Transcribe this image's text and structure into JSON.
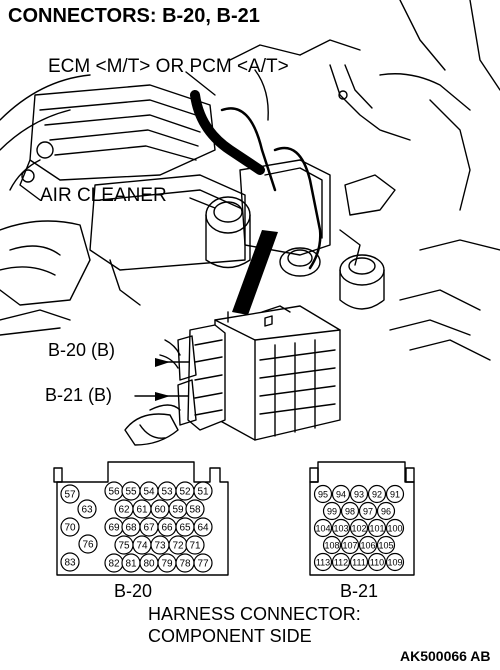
{
  "title": "CONNECTORS: B-20, B-21",
  "labels": {
    "ecm": "ECM <M/T> OR PCM <A/T>",
    "air_cleaner": "AIR CLEANER",
    "b20_b": "B-20 (B)",
    "b21_b": "B-21 (B)",
    "b20": "B-20",
    "b21": "B-21",
    "harness_line1": "HARNESS CONNECTOR:",
    "harness_line2": "COMPONENT SIDE"
  },
  "figure_id": "AK500066 AB",
  "b20_pins": [
    "51",
    "52",
    "53",
    "54",
    "55",
    "56",
    "57",
    "58",
    "59",
    "60",
    "61",
    "62",
    "63",
    "64",
    "65",
    "66",
    "67",
    "68",
    "69",
    "70",
    "71",
    "72",
    "73",
    "74",
    "75",
    "76",
    "77",
    "78",
    "79",
    "80",
    "81",
    "82",
    "83"
  ],
  "b21_pins": [
    "91",
    "92",
    "93",
    "94",
    "95",
    "96",
    "97",
    "98",
    "99",
    "100",
    "101",
    "102",
    "103",
    "104",
    "105",
    "106",
    "107",
    "108",
    "109",
    "110",
    "111",
    "112",
    "113"
  ],
  "colors": {
    "line": "#000000",
    "background": "#ffffff"
  }
}
